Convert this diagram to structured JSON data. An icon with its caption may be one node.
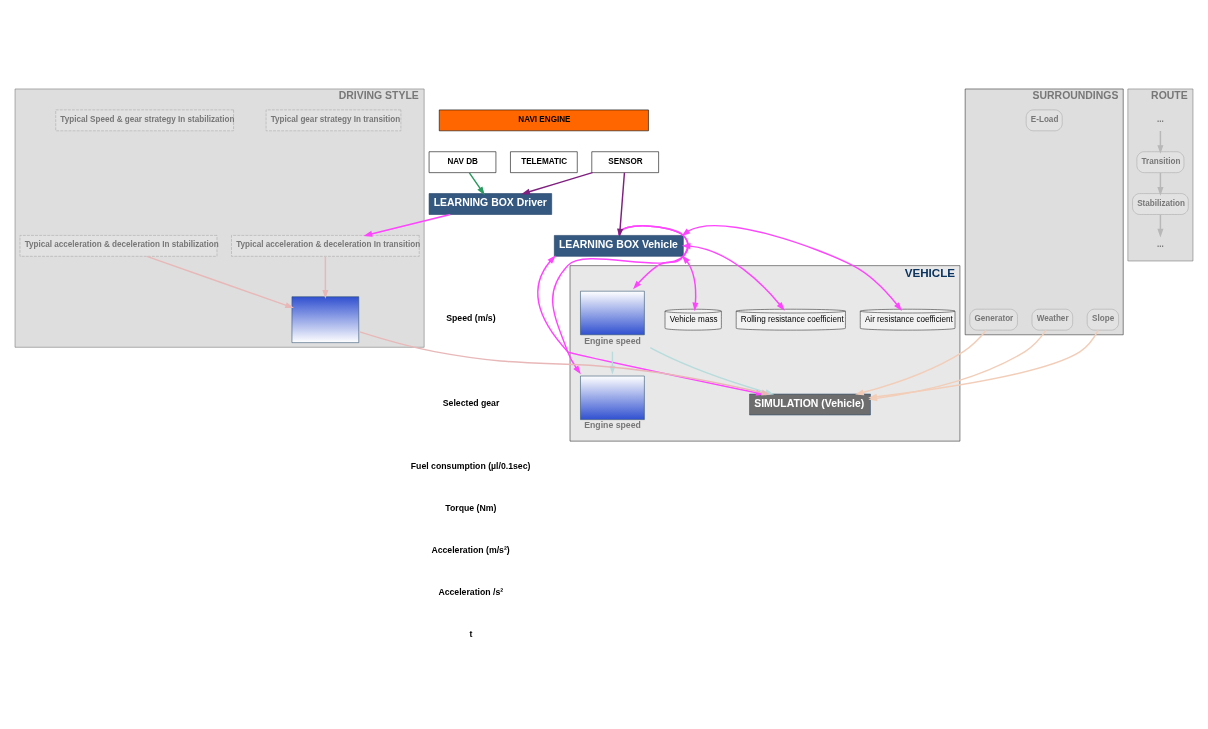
{
  "diagram": {
    "nodes": [
      {
        "text": [
          "LEARNING BOX Vehicle"
        ]
      },
      {
        "text": [
          "VEHICLE"
        ]
      },
      {
        "text": [
          "Air resistance coefficient"
        ],
        "in": 1
      },
      {
        "text": [
          "Rolling resistance coefficient"
        ],
        "in": 1
      },
      {
        "text": [
          "Vehicle mass"
        ],
        "in": 1
      },
      {
        "text": [
          "SIMULATION (Vehicle)"
        ],
        "in": 1
      },
      {
        "text": [],
        "shape": "picture",
        "beside": [
          "Engine speed"
        ],
        "in": 1
      },
      {
        "text": [],
        "shape": "picture",
        "beside": [
          "Engine speed"
        ],
        "in": 1
      },
      {
        "text": [
          "SURROUNDINGS"
        ]
      },
      {
        "text": [
          "E-Load"
        ],
        "in": 8
      },
      {
        "text": [
          "Slope"
        ],
        "in": 8
      },
      {
        "text": [
          "Weather"
        ],
        "in": 8
      },
      {
        "text": [
          "Generator"
        ],
        "in": 8
      },
      {
        "text": [
          "DRIVING STYLE"
        ]
      },
      {
        "text": [],
        "shape": "picture",
        "in": 13
      },
      {
        "text": [
          "Typical gear strategy In transition"
        ],
        "in": 13
      },
      {
        "text": [
          "Typical Speed & gear strategy In stabilization"
        ],
        "in": 13
      },
      {
        "text": [
          "Typical acceleration & deceleration In transition"
        ],
        "in": 13
      },
      {
        "text": [
          "Typical acceleration & deceleration In stabilization"
        ],
        "in": 13
      },
      {
        "text": [
          "ROUTE"
        ]
      },
      {
        "text": [
          "..."
        ],
        "in": 19
      },
      {
        "text": [
          "Transition"
        ],
        "in": 19
      },
      {
        "text": [
          "Stabilization"
        ],
        "in": 19
      },
      {
        "text": [
          "..."
        ],
        "in": 19
      },
      {
        "text": [
          "LEARNING BOX Driver"
        ]
      },
      {
        "text": [
          "NAVI ENGINE"
        ]
      },
      {
        "text": [
          "SENSOR"
        ]
      },
      {
        "text": [
          "TELEMATIC"
        ]
      },
      {
        "text": [
          "NAV DB"
        ]
      }
    ],
    "edges": [
      {
        "from": 0,
        "to": 2,
        "arrow": "both"
      },
      {
        "from": 0,
        "to": 3,
        "arrow": "both"
      },
      {
        "from": 0,
        "to": 4,
        "arrow": "both"
      },
      {
        "from": 0,
        "to": 5,
        "arrow": "both"
      },
      {
        "from": 0,
        "to": 6,
        "arrow": "to"
      },
      {
        "from": 0,
        "to": 7,
        "arrow": "to"
      },
      {
        "from": 26,
        "to": 0,
        "arrow": "to",
        "color": "#7f1f7f"
      },
      {
        "from": 26,
        "to": 24,
        "arrow": "to",
        "color": "#7f1f7f"
      },
      {
        "from": 28,
        "to": 24,
        "arrow": "to",
        "color": "#2a9a5e"
      },
      {
        "from": 24,
        "to": 17,
        "arrow": "to"
      },
      {
        "from": 12,
        "to": 5,
        "arrow": "to",
        "color": "#f2cdb8"
      },
      {
        "from": 10,
        "to": 5,
        "arrow": "to",
        "color": "#f2cdb8"
      },
      {
        "from": 11,
        "to": 5,
        "arrow": "to",
        "color": "#f2cdb8"
      },
      {
        "from": 7,
        "to": 5,
        "arrow": "to",
        "color": "#b8dcdc"
      },
      {
        "from": 7,
        "to": 6,
        "arrow": "to",
        "color": "#b8dcdc"
      },
      {
        "from": 14,
        "to": 5,
        "arrow": "to",
        "color": "#e8b8b8"
      },
      {
        "from": 17,
        "to": 14,
        "arrow": "to",
        "color": "#e8b8b8"
      },
      {
        "from": 18,
        "to": 14,
        "arrow": "to",
        "color": "#e8b8b8"
      },
      {
        "from": 20,
        "to": 21,
        "arrow": "to",
        "color": "#b8b8b8"
      },
      {
        "from": 21,
        "to": 22,
        "arrow": "to",
        "color": "#b8b8b8"
      },
      {
        "from": 22,
        "to": 23,
        "arrow": "to",
        "color": "#b8b8b8"
      }
    ],
    "labels": [
      "Speed (m/s)",
      "Selected gear",
      "Fuel consumption (µl/0.1sec)",
      "Torque (Nm)",
      "Acceleration (m/s²)",
      "Acceleration /s²",
      "t"
    ]
  }
}
